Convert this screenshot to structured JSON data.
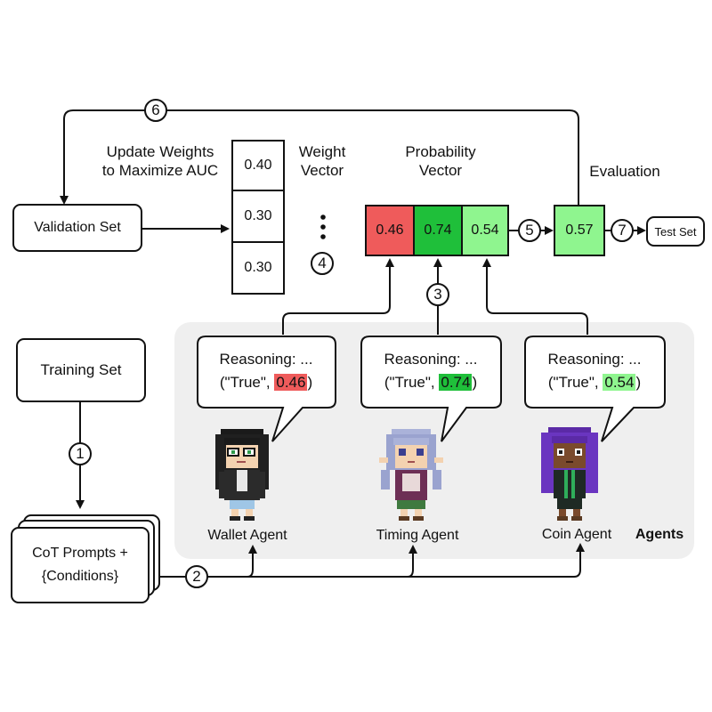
{
  "validation_set": "Validation Set",
  "training_set": "Training Set",
  "test_set": "Test Set",
  "cot_prompts": {
    "line1": "CoT Prompts +",
    "line2": "{Conditions}"
  },
  "update_weights": {
    "line1": "Update Weights",
    "line2": "to Maximize AUC"
  },
  "weight_vector": {
    "line1": "Weight",
    "line2": "Vector",
    "values": [
      "0.40",
      "0.30",
      "0.30"
    ]
  },
  "probability_vector": {
    "line1": "Probability",
    "line2": "Vector",
    "values": [
      "0.46",
      "0.74",
      "0.54"
    ],
    "colors": [
      "#ef5b5b",
      "#1fbf3a",
      "#8ff58f"
    ]
  },
  "evaluation": {
    "label": "Evaluation",
    "value": "0.57",
    "color": "#8ff58f"
  },
  "steps": [
    "1",
    "2",
    "3",
    "4",
    "5",
    "6",
    "7"
  ],
  "agents_group_label": "Agents",
  "agents": [
    {
      "name": "Wallet Agent",
      "reasoning": "Reasoning: ...",
      "prefix": "(\"True\", ",
      "prob": "0.46",
      "suffix": ")",
      "color": "#ef5b5b"
    },
    {
      "name": "Timing Agent",
      "reasoning": "Reasoning: ...",
      "prefix": "(\"True\", ",
      "prob": "0.74",
      "suffix": ")",
      "color": "#1fbf3a"
    },
    {
      "name": "Coin Agent",
      "reasoning": "Reasoning: ...",
      "prefix": "(\"True\", ",
      "prob": "0.54",
      "suffix": ")",
      "color": "#8ff58f"
    }
  ]
}
